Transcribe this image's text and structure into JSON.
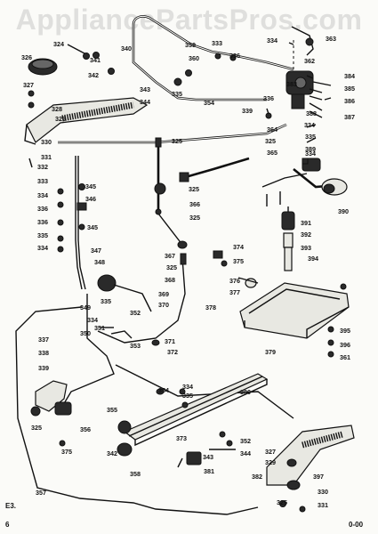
{
  "watermark": "AppliancePartsPros.com",
  "labels": [
    {
      "id": "326",
      "t": "326"
    },
    {
      "id": "324",
      "t": "324"
    },
    {
      "id": "341",
      "t": "341"
    },
    {
      "id": "340",
      "t": "340"
    },
    {
      "id": "342a",
      "t": "342"
    },
    {
      "id": "359",
      "t": "359"
    },
    {
      "id": "333",
      "t": "333"
    },
    {
      "id": "334a",
      "t": "334"
    },
    {
      "id": "363",
      "t": "363"
    },
    {
      "id": "336a",
      "t": "336"
    },
    {
      "id": "360",
      "t": "360"
    },
    {
      "id": "362",
      "t": "362"
    },
    {
      "id": "327a",
      "t": "327"
    },
    {
      "id": "328",
      "t": "328"
    },
    {
      "id": "329a",
      "t": "329"
    },
    {
      "id": "330a",
      "t": "330"
    },
    {
      "id": "331a",
      "t": "331"
    },
    {
      "id": "343a",
      "t": "343"
    },
    {
      "id": "344",
      "t": "344"
    },
    {
      "id": "354a",
      "t": "354"
    },
    {
      "id": "335a",
      "t": "335"
    },
    {
      "id": "383",
      "t": "383"
    },
    {
      "id": "384",
      "t": "384"
    },
    {
      "id": "385",
      "t": "385"
    },
    {
      "id": "386",
      "t": "386"
    },
    {
      "id": "387",
      "t": "387"
    },
    {
      "id": "388",
      "t": "388"
    },
    {
      "id": "339a",
      "t": "339"
    },
    {
      "id": "336b",
      "t": "336"
    },
    {
      "id": "334b",
      "t": "334"
    },
    {
      "id": "364",
      "t": "364"
    },
    {
      "id": "325a",
      "t": "325"
    },
    {
      "id": "325b",
      "t": "325"
    },
    {
      "id": "334c",
      "t": "334"
    },
    {
      "id": "335b",
      "t": "335"
    },
    {
      "id": "365",
      "t": "365"
    },
    {
      "id": "389",
      "t": "389"
    },
    {
      "id": "332",
      "t": "332"
    },
    {
      "id": "333b",
      "t": "333"
    },
    {
      "id": "345a",
      "t": "345"
    },
    {
      "id": "334d",
      "t": "334"
    },
    {
      "id": "346",
      "t": "346"
    },
    {
      "id": "336c",
      "t": "336"
    },
    {
      "id": "336d",
      "t": "336"
    },
    {
      "id": "345b",
      "t": "345"
    },
    {
      "id": "335c",
      "t": "335"
    },
    {
      "id": "334e",
      "t": "334"
    },
    {
      "id": "325c",
      "t": "325"
    },
    {
      "id": "366",
      "t": "366"
    },
    {
      "id": "325d",
      "t": "325"
    },
    {
      "id": "391",
      "t": "391"
    },
    {
      "id": "390",
      "t": "390"
    },
    {
      "id": "392",
      "t": "392"
    },
    {
      "id": "347",
      "t": "347"
    },
    {
      "id": "374",
      "t": "374"
    },
    {
      "id": "367",
      "t": "367"
    },
    {
      "id": "393",
      "t": "393"
    },
    {
      "id": "375a",
      "t": "375"
    },
    {
      "id": "325e",
      "t": "325"
    },
    {
      "id": "348",
      "t": "348"
    },
    {
      "id": "394",
      "t": "394"
    },
    {
      "id": "368",
      "t": "368"
    },
    {
      "id": "376",
      "t": "376"
    },
    {
      "id": "377",
      "t": "377"
    },
    {
      "id": "369a",
      "t": "369"
    },
    {
      "id": "335d",
      "t": "335"
    },
    {
      "id": "349",
      "t": "349"
    },
    {
      "id": "370",
      "t": "370"
    },
    {
      "id": "378",
      "t": "378"
    },
    {
      "id": "352a",
      "t": "352"
    },
    {
      "id": "334f",
      "t": "334"
    },
    {
      "id": "350",
      "t": "350"
    },
    {
      "id": "351",
      "t": "351"
    },
    {
      "id": "371",
      "t": "371"
    },
    {
      "id": "353",
      "t": "353"
    },
    {
      "id": "379",
      "t": "379"
    },
    {
      "id": "337",
      "t": "337"
    },
    {
      "id": "395",
      "t": "395"
    },
    {
      "id": "338",
      "t": "338"
    },
    {
      "id": "372",
      "t": "372"
    },
    {
      "id": "396",
      "t": "396"
    },
    {
      "id": "361",
      "t": "361"
    },
    {
      "id": "339b",
      "t": "339"
    },
    {
      "id": "334g",
      "t": "334"
    },
    {
      "id": "335e",
      "t": "335"
    },
    {
      "id": "354b",
      "t": "354"
    },
    {
      "id": "380",
      "t": "380"
    },
    {
      "id": "325f",
      "t": "325"
    },
    {
      "id": "356",
      "t": "356"
    },
    {
      "id": "355",
      "t": "355"
    },
    {
      "id": "373",
      "t": "373"
    },
    {
      "id": "342b",
      "t": "342"
    },
    {
      "id": "352b",
      "t": "352"
    },
    {
      "id": "344b",
      "t": "344"
    },
    {
      "id": "375b",
      "t": "375"
    },
    {
      "id": "343b",
      "t": "343"
    },
    {
      "id": "327b",
      "t": "327"
    },
    {
      "id": "329b",
      "t": "329"
    },
    {
      "id": "397",
      "t": "397"
    },
    {
      "id": "358",
      "t": "358"
    },
    {
      "id": "381",
      "t": "381"
    },
    {
      "id": "382",
      "t": "382"
    },
    {
      "id": "330b",
      "t": "330"
    },
    {
      "id": "357",
      "t": "357"
    },
    {
      "id": "325g",
      "t": "325"
    },
    {
      "id": "331b",
      "t": "331"
    }
  ],
  "footer": {
    "left_code": "E3.",
    "page_number": "6",
    "right_code": "0-00"
  }
}
